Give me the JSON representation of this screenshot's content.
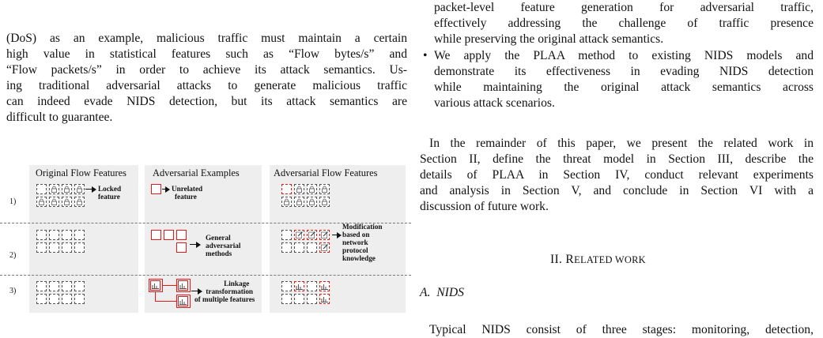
{
  "left_column": {
    "paragraph": "(DoS) as an example, malicious traffic must maintain a certain high value in statistical features such as “Flow bytes/s” and “Flow packets/s” in order to achieve its attack semantics. Using traditional adversarial attacks to generate malicious traffic can indeed evade NIDS detection, but its attack semantics are difficult to guarantee.",
    "paragraph_lines": [
      "(DoS) as an example, malicious traffic must maintain a certain",
      "high value in statistical features such as “Flow bytes/s” and",
      "“Flow packets/s” in order to achieve its attack semantics. Us-",
      "ing traditional adversarial attacks to generate malicious traffic",
      "can indeed evade NIDS detection, but its attack semantics are",
      "difficult to guarantee."
    ]
  },
  "figure": {
    "panel_titles": [
      "Original Flow Features",
      "Adversarial Examples",
      "Adversarial Flow Features"
    ],
    "row_labels": [
      "1)",
      "2)",
      "3)"
    ],
    "annotations": {
      "locked_feature": [
        "Locked",
        "feature"
      ],
      "unrelated_feature": [
        "Unrelated",
        "feature"
      ],
      "general_adversarial": [
        "General",
        "adversarial",
        "methods"
      ],
      "modification": [
        "Modification",
        "based on",
        "network",
        "protocol",
        "knowledge"
      ],
      "linkage": [
        "Linkage",
        "transformation",
        "of multiple features"
      ]
    }
  },
  "right_column": {
    "bullet1_lines": [
      "packet-level feature generation for adversarial traffic,",
      "effectively addressing the challenge of traffic presence",
      "while preserving the original attack semantics."
    ],
    "bullet2_lines": [
      "We apply the PLAA method to existing NIDS models and",
      "demonstrate its effectiveness in evading NIDS detection",
      "while maintaining the original attack semantics across",
      "various attack scenarios."
    ],
    "paragraph_lines": [
      "In the remainder of this paper, we present the related work in",
      "Section II, define the threat model in Section III, describe the",
      "details of PLAA in Section IV, conduct relevant experiments",
      "and analysis in Section V, and conclude in Section VI with a",
      "discussion of future work."
    ],
    "section_number": "II.",
    "section_title_first": "R",
    "section_title_rest": "ELATED WORK",
    "subsection": "A.  NIDS",
    "cut_line": "Typical NIDS consist of three stages: monitoring, detection,"
  },
  "bullet_glyph": "•"
}
